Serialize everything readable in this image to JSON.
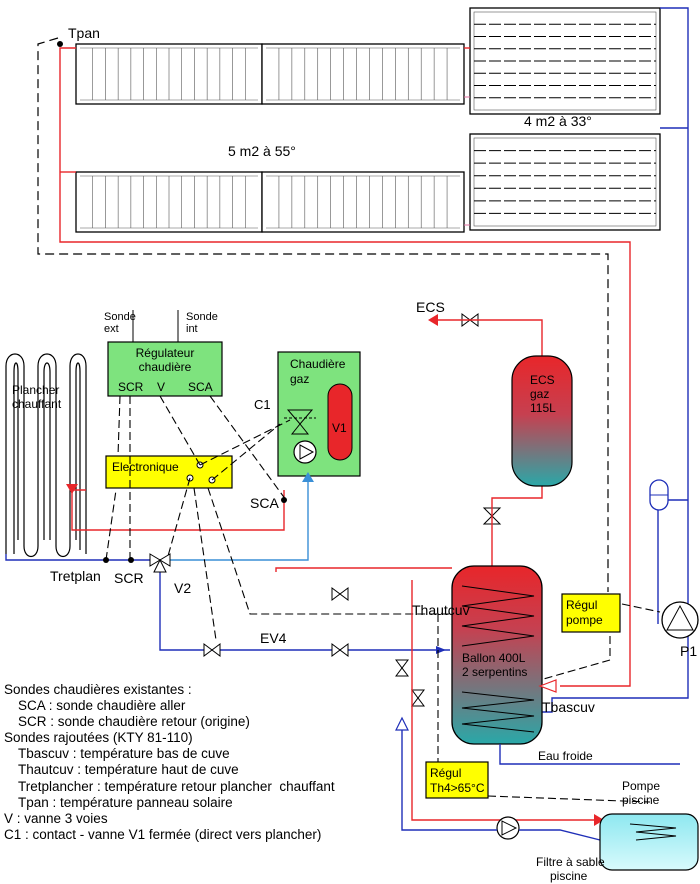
{
  "labels": {
    "tpan": "Tpan",
    "panel_small": "4 m2 à 33°",
    "panel_large": "5 m2 à 55°",
    "ecs": "ECS",
    "sonde_ext": [
      "Sonde",
      "ext"
    ],
    "sonde_int": [
      "Sonde",
      "int"
    ],
    "regulateur": [
      "Régulateur",
      "chaudière"
    ],
    "reg_scr": "SCR",
    "reg_v": "V",
    "reg_sca": "SCA",
    "plancher": [
      "Plancher",
      "chauffant"
    ],
    "chaudiere": [
      "Chaudière",
      "gaz"
    ],
    "c1": "C1",
    "v1": "V1",
    "electronique": "Electronique",
    "sca": "SCA",
    "ecs_tank": [
      "ECS",
      "gaz",
      "115L"
    ],
    "tretplan": "Tretplan",
    "scr": "SCR",
    "v2": "V2",
    "thautcuv": "Thautcuv",
    "ev4": "EV4",
    "ballon": [
      "Ballon 400L",
      "2 serpentins"
    ],
    "regul_pompe": [
      "Régul",
      "pompe"
    ],
    "p1": "P1",
    "tbascuv": "Tbascuv",
    "eau_froide": "Eau froide",
    "regul_th4": [
      "Régul",
      "Th4>65°C"
    ],
    "pompe_piscine": [
      "Pompe",
      "piscine"
    ],
    "filtre": [
      "Filtre à sable",
      "piscine"
    ]
  },
  "legend": [
    {
      "text": "Sondes chaudières existantes :",
      "indent": false
    },
    {
      "text": "SCA : sonde chaudière aller",
      "indent": true
    },
    {
      "text": "SCR : sonde chaudière retour (origine)",
      "indent": true
    },
    {
      "text": "Sondes rajoutées (KTY 81-110)",
      "indent": false
    },
    {
      "text": "Tbascuv : température bas de cuve",
      "indent": true
    },
    {
      "text": "Thautcuv : température haut de cuve",
      "indent": true
    },
    {
      "text": "Tretplancher : température retour plancher  chauffant",
      "indent": true
    },
    {
      "text": "Tpan : température panneau solaire",
      "indent": true
    },
    {
      "text": "V : vanne 3 voies",
      "indent": false
    },
    {
      "text": "C1 : contact - vanne V1 fermée (direct vers plancher)",
      "indent": false
    }
  ],
  "colors": {
    "hot_pipe": "#e8262a",
    "cold_pipe": "#1f2fb8",
    "light_blue_pipe": "#3a8fd6",
    "control_box_green": "#7ee37e",
    "control_box_yellow": "#ffff00",
    "tank_top": "#e8262a",
    "tank_bottom": "#2aa8a8",
    "pool_water": "#b8f2f5",
    "boiler_tank": "#e8262a"
  }
}
